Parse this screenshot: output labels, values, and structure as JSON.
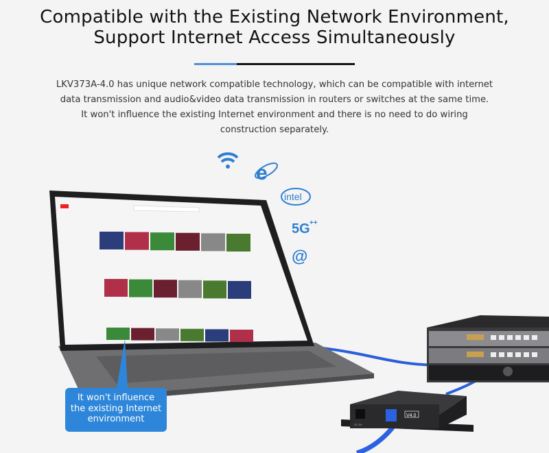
{
  "header": {
    "title_lines": [
      "Compatible with the Existing Network Environment,",
      "Support Internet Access Simultaneously"
    ],
    "divider_colors": {
      "accent": "#4a8fd6",
      "main": "#111111"
    }
  },
  "description": {
    "lines": [
      "LKV373A-4.0 has unique network compatible technology, which can be compatible with internet",
      "data transmission and audio&video data transmission in routers or switches at the same time.",
      "It won't influence the existing Internet environment and there is no need to do wiring",
      "construction separately."
    ]
  },
  "icons": [
    {
      "name": "wifi-icon"
    },
    {
      "name": "internet-explorer-icon",
      "glyph": "e"
    },
    {
      "name": "intel-logo",
      "text": "intel"
    },
    {
      "name": "5g-icon",
      "text": "5G",
      "sup": "++"
    },
    {
      "name": "at-sign-icon",
      "glyph": "@"
    }
  ],
  "callout": {
    "lines": [
      "It won't influence",
      "the existing Internet",
      "environment"
    ],
    "color": "#2d86d9"
  },
  "extender": {
    "version_label": "V4.0",
    "power_label": "DC 5V"
  },
  "colors": {
    "icon_blue": "#2f7fd0",
    "cable_blue": "#2a5fd8",
    "background": "#f4f4f4"
  }
}
